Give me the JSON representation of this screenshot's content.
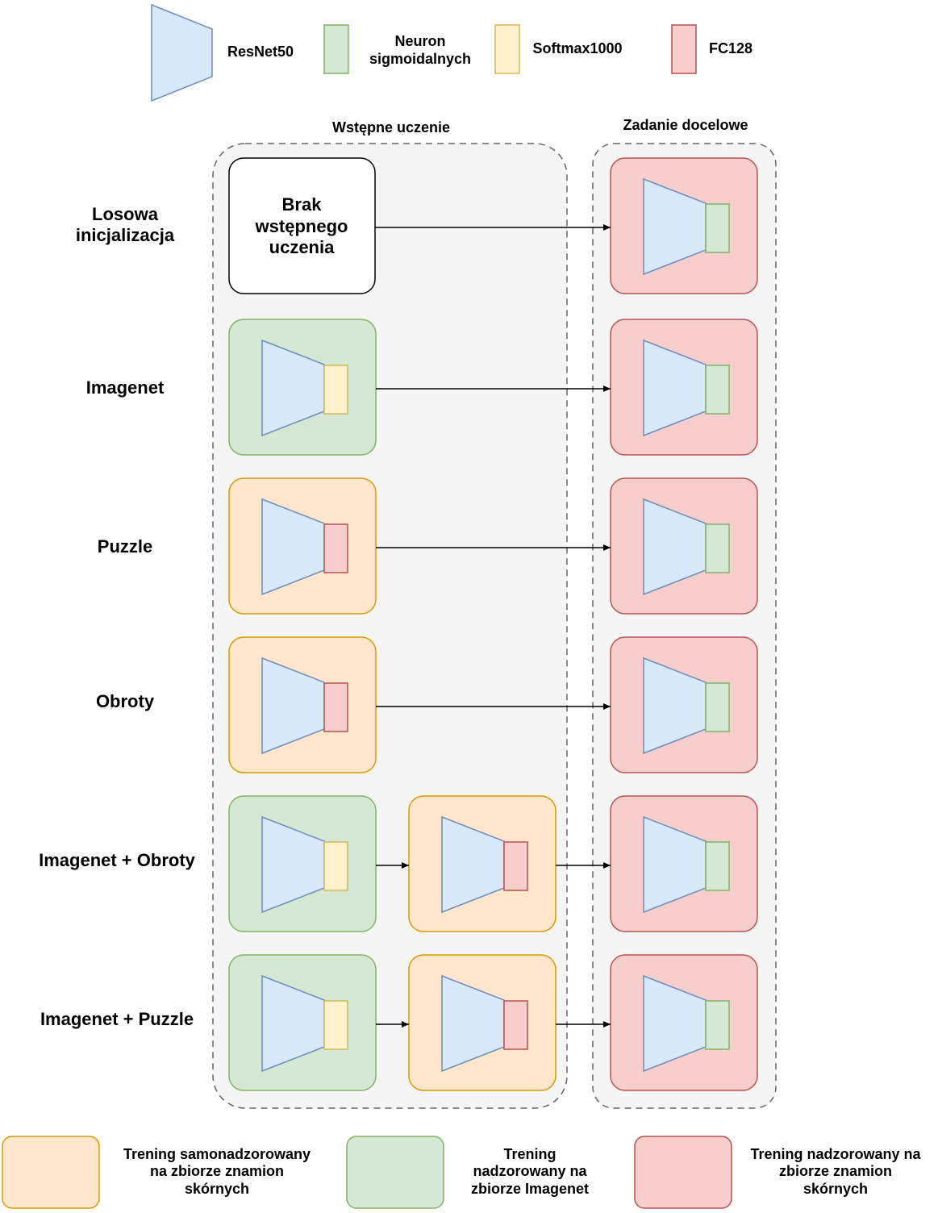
{
  "legend_top": {
    "resnet": {
      "label": "ResNet50",
      "color": "#dae8fc",
      "stroke": "#6c8ebf"
    },
    "sigmoid": {
      "label": "Neuron\nsigmoidalnych",
      "color": "#d5e8d4",
      "stroke": "#82b366"
    },
    "softmax": {
      "label": "Softmax1000",
      "color": "#fff2cc",
      "stroke": "#d6b656"
    },
    "fc": {
      "label": "FC128",
      "color": "#f8cecc",
      "stroke": "#b85450"
    }
  },
  "sections": {
    "pretraining": "Wstępne uczenie",
    "target": "Zadanie docelowe"
  },
  "rows": [
    {
      "label": "Losowa\ninicjalizacja",
      "stages": [],
      "no_pretraining": "Brak\nwstępnego\nuczenia"
    },
    {
      "label": "Imagenet",
      "stages": [
        {
          "bg": "green",
          "head": "softmax"
        }
      ]
    },
    {
      "label": "Puzzle",
      "stages": [
        {
          "bg": "orange",
          "head": "fc"
        }
      ]
    },
    {
      "label": "Obroty",
      "stages": [
        {
          "bg": "orange",
          "head": "fc"
        }
      ]
    },
    {
      "label": "Imagenet + Obroty",
      "stages": [
        {
          "bg": "green",
          "head": "softmax"
        },
        {
          "bg": "orange",
          "head": "fc"
        }
      ]
    },
    {
      "label": "Imagenet + Puzzle",
      "stages": [
        {
          "bg": "green",
          "head": "softmax"
        },
        {
          "bg": "orange",
          "head": "fc"
        }
      ]
    }
  ],
  "target_block": {
    "bg": "red",
    "head": "sigmoid"
  },
  "legend_bottom": [
    {
      "label": "Trening samonadzorowany\nna zbiorze znamion\nskórnych",
      "bg": "orange"
    },
    {
      "label": "Trening\nnadzorowany na\nzbiorze Imagenet",
      "bg": "green"
    },
    {
      "label": "Trening nadzorowany na\nzbiorze znamion\nskórnych",
      "bg": "red"
    }
  ],
  "colors": {
    "orange": {
      "fill": "#ffe6cc",
      "stroke": "#d79b00"
    },
    "green": {
      "fill": "#d5e8d4",
      "stroke": "#82b366"
    },
    "red": {
      "fill": "#f8cecc",
      "stroke": "#b85450"
    },
    "section_fill": "#f5f5f5",
    "section_stroke": "#666666"
  }
}
